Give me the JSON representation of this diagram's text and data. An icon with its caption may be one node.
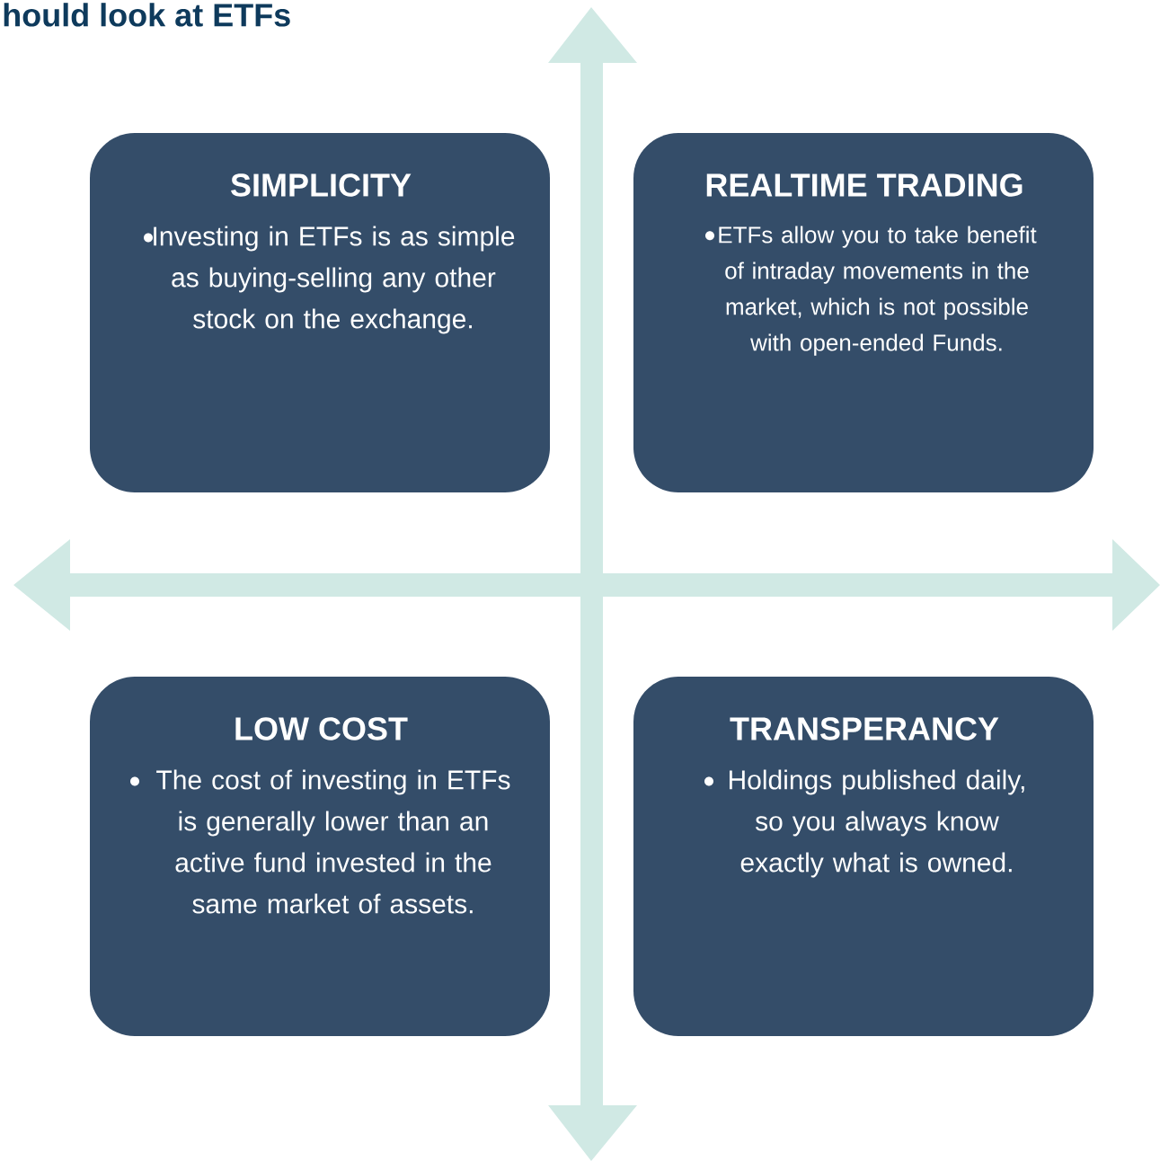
{
  "diagram": {
    "title": "hould look at ETFs",
    "nodes": [
      {
        "text": [
          "SIMPLICITY",
          "Investing in ETFs is as simple as buying-selling any other stock on the exchange."
        ]
      },
      {
        "text": [
          "REALTIME TRADING",
          "ETFs allow you to take benefit of intraday movements in the market, which is not possible with open-ended Funds."
        ]
      },
      {
        "text": [
          "LOW COST",
          "The cost of investing in ETFs is generally lower than an active fund invested in the same market of assets."
        ]
      },
      {
        "text": [
          "TRANSPERANCY",
          "Holdings published daily, so you always know exactly what is owned."
        ]
      }
    ]
  }
}
